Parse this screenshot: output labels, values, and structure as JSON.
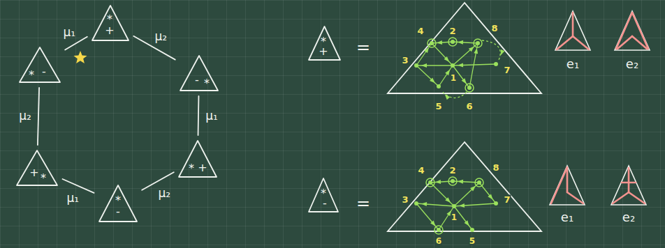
{
  "diagram": {
    "nodes": [
      {
        "text": [
          "*",
          "+"
        ]
      },
      {
        "text": [
          "*",
          "-"
        ]
      },
      {
        "text": [
          "-",
          "*"
        ]
      },
      {
        "text": [
          "+",
          "*"
        ]
      },
      {
        "text": [
          "*",
          "+"
        ]
      },
      {
        "text": [
          "*",
          "-"
        ]
      },
      {
        "text": [
          "*",
          "+"
        ]
      },
      {
        "text": [
          "*",
          "-"
        ]
      }
    ],
    "edges": [
      {
        "from": 1,
        "to": 0,
        "arrow": "none",
        "label": "μ₁"
      },
      {
        "from": 0,
        "to": 2,
        "arrow": "none",
        "label": "μ₂"
      },
      {
        "from": 2,
        "to": 4,
        "arrow": "none",
        "label": "μ₁"
      },
      {
        "from": 4,
        "to": 5,
        "arrow": "none",
        "label": "μ₂"
      },
      {
        "from": 5,
        "to": 3,
        "arrow": "none",
        "label": "μ₁"
      },
      {
        "from": 3,
        "to": 1,
        "arrow": "none",
        "label": "μ₂"
      }
    ],
    "labels": [
      "=",
      "4",
      "2",
      "8",
      "3",
      "1",
      "7",
      "5",
      "6",
      "e₁",
      "e₂",
      "=",
      "4",
      "2",
      "8",
      "3",
      "7",
      "1",
      "6",
      "5",
      "e₁",
      "e₂"
    ]
  }
}
